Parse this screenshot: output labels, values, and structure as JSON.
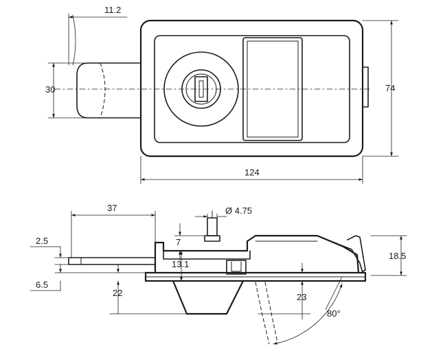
{
  "title": "",
  "dimensions": {
    "top_offset": "11.2",
    "shaft_height": "30",
    "total_height": "74",
    "total_width": "124",
    "length_37": "37",
    "diameter": "Ø 4.75",
    "offset_7": "7",
    "offset_2_5": "2.5",
    "offset_13_1": "13.1",
    "depth_18_5": "18.5",
    "offset_6_5": "6.5",
    "depth_22": "22",
    "depth_23": "23",
    "angle": "80°"
  }
}
